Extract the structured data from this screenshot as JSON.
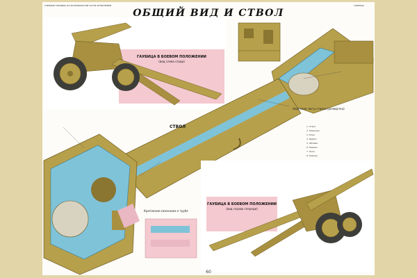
{
  "poster": {
    "title": "ОБЩИЙ ВИД И СТВОЛ",
    "header_small_left": "УЧЕБНЫЕ ТАБЛИЦЫ ПО МАТЕРИАЛЬНОЙ ЧАСТИ АРТИЛЛЕРИИ",
    "header_small_right": "ТАБЛИЦА",
    "panel_top_caption": "ГАУБИЦА В БОЕВОМ ПОЛОЖЕНИИ",
    "panel_top_caption_sub": "(вид слева сзади)",
    "panel_bottom_caption": "ГАУБИЦА В БОЕВОМ ПОЛОЖЕНИИ",
    "panel_bottom_caption_sub": "(вид справа спереди)",
    "barrel_label": "СТВОЛ",
    "legend_heading": "Нарезная часть ствола (развертка)",
    "legend_items": [
      "1. Ствол",
      "2. Казенник",
      "3. Клин",
      "4. Муфта",
      "5. Обойма",
      "6. Нарезы",
      "7. Поля",
      "8. Камора"
    ],
    "cutaway_caption": "Крепление казенника к трубе",
    "page_number": "60",
    "colors": {
      "frame": "#e2d5a8",
      "poster_bg": "#fdfcf8",
      "khaki": "#b7a04b",
      "khaki_dark": "#8a7531",
      "pink_panel": "#f4c9cf",
      "cutaway_blue": "#7fc3d9"
    }
  }
}
